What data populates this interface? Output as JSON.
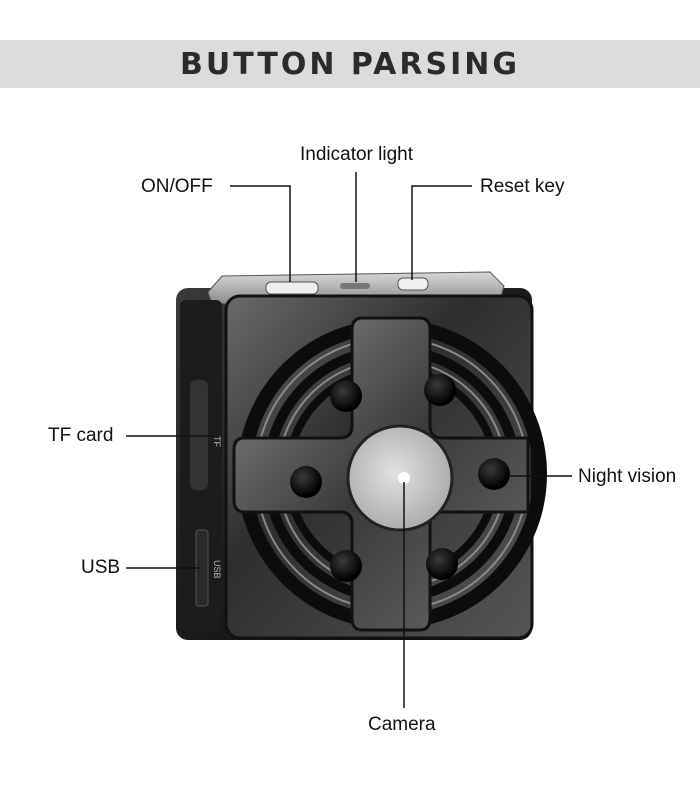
{
  "header": {
    "title": "Button parsing"
  },
  "callouts": {
    "indicator_light": "Indicator light",
    "on_off": "ON/OFF",
    "reset_key": "Reset key",
    "tf_card": "TF card",
    "usb": "USB",
    "night_vision": "Night vision",
    "camera": "Camera"
  },
  "device": {
    "side_labels": {
      "tf": "TF",
      "usb": "USB"
    }
  }
}
